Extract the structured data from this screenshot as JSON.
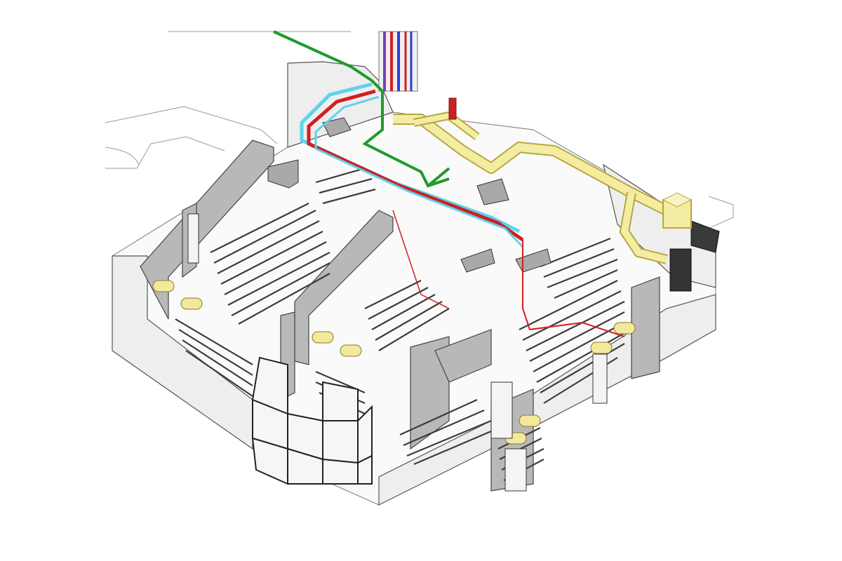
{
  "drawing": {
    "subject": "",
    "pipe_colors": {
      "supply_red": "#d21f1f",
      "return_blue": "#5fd3ec",
      "drain_green": "#1f9a2b",
      "riser_blue": "#2a3fd1",
      "riser_purple": "#7a3fb0",
      "duct_yellow": "#f3eda2",
      "duct_yellow_edge": "#b8a640",
      "floor_coil": "#3c3c3c",
      "wall_gray": "#b8b8b8"
    },
    "radiator_count": 8,
    "rooms": [
      "room-left",
      "room-center",
      "room-right",
      "room-bottom-center",
      "room-bottom-right"
    ]
  }
}
